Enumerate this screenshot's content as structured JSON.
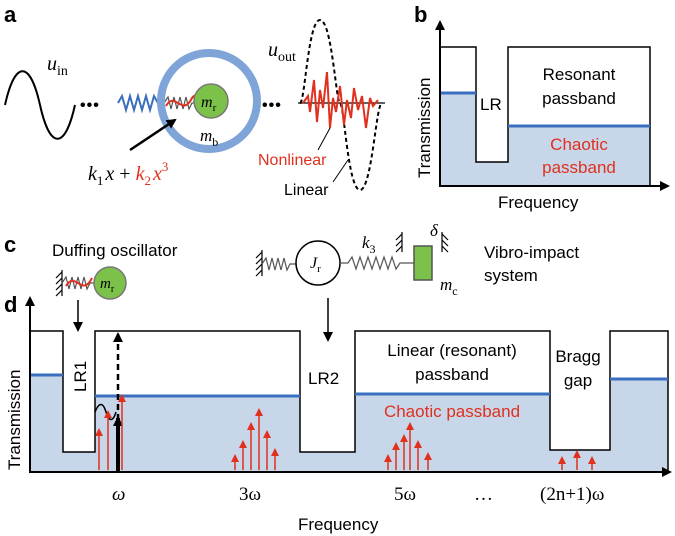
{
  "panels": {
    "a": {
      "letter": "a",
      "u_in": {
        "base": "u",
        "sub": "in"
      },
      "u_out": {
        "base": "u",
        "sub": "out"
      },
      "m_r": {
        "base": "m",
        "sub": "r"
      },
      "m_b": {
        "base": "m",
        "sub": "b"
      },
      "force": {
        "k1_base": "k",
        "k1_sub": "1",
        "x1": "x",
        "plus": " + ",
        "k2_base": "k",
        "k2_sub": "2",
        "x2": "x",
        "pow": "3"
      },
      "nonlinear_label": "Nonlinear",
      "linear_label": "Linear",
      "dots": "•••"
    },
    "b": {
      "letter": "b",
      "ylabel": "Transmission",
      "xlabel": "Frequency",
      "lr_label": "LR",
      "resonant_line1": "Resonant",
      "resonant_line2": "passband",
      "chaotic_line1": "Chaotic",
      "chaotic_line2": "passband"
    },
    "c": {
      "letter": "c",
      "duffing_label": "Duffing oscillator",
      "m_r": {
        "base": "m",
        "sub": "r"
      },
      "J_r": {
        "base": "J",
        "sub": "r"
      },
      "k3": {
        "base": "k",
        "sub": "3"
      },
      "delta": "δ",
      "m_c": {
        "base": "m",
        "sub": "c"
      },
      "vibro_line1": "Vibro-impact",
      "vibro_line2": "system"
    },
    "d": {
      "letter": "d",
      "ylabel": "Transmission",
      "xlabel": "Frequency",
      "lr1_label": "LR1",
      "lr2_label": "LR2",
      "linear_line1": "Linear (resonant)",
      "linear_line2": "passband",
      "chaotic_label": "Chaotic passband",
      "bragg_line1": "Bragg",
      "bragg_line2": "gap",
      "ticks": {
        "omega": "ω",
        "three_omega": "3ω",
        "five_omega": "5ω",
        "ellipsis": "…",
        "general": "(2n+1)ω"
      }
    }
  },
  "colors": {
    "band_fill": "#c7d7e9",
    "blue_line": "#3a6fbf",
    "ring": "#7ea4d8",
    "red": "#e0301e",
    "green_mass": "#7cc24a",
    "black": "#000000"
  }
}
